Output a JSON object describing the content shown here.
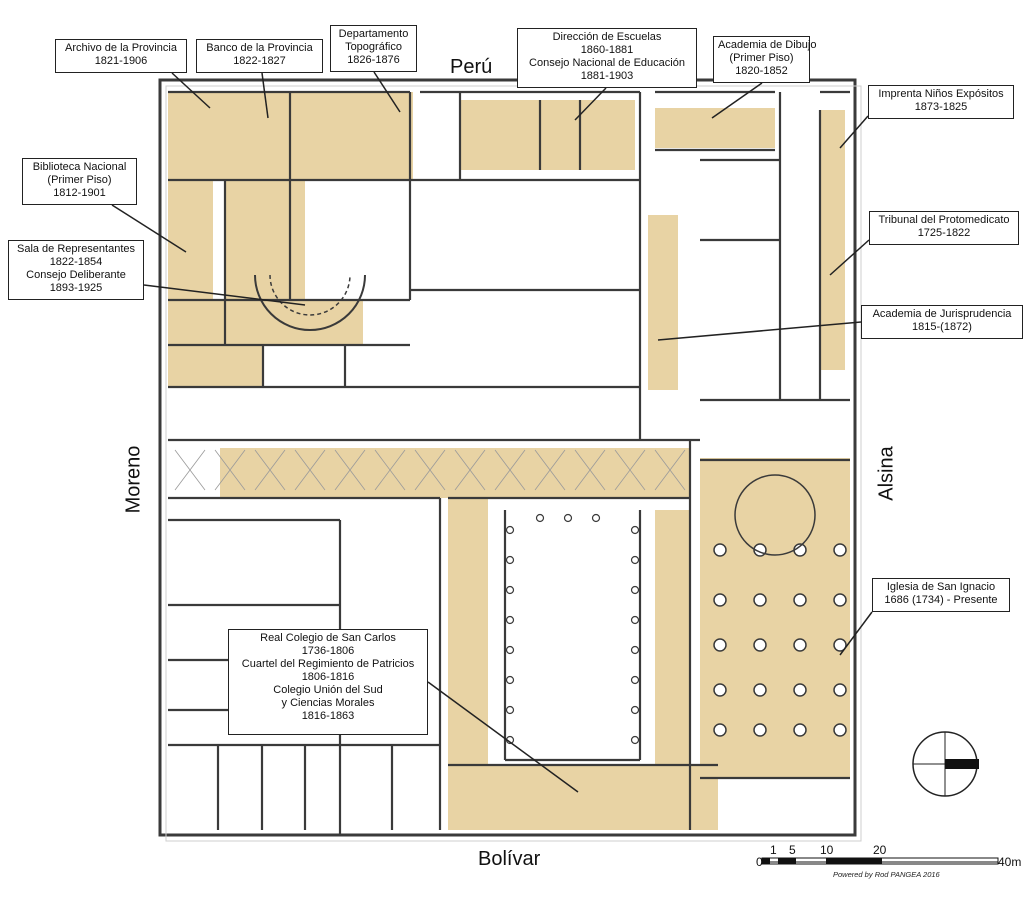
{
  "streets": {
    "north": "Perú",
    "south": "Bolívar",
    "west": "Moreno",
    "east": "Alsina"
  },
  "buildings": [
    {
      "id": "archivo",
      "lines": [
        "Archivo de la Provincia",
        "1821-1906"
      ]
    },
    {
      "id": "banco",
      "lines": [
        "Banco de la Provincia",
        "1822-1827"
      ]
    },
    {
      "id": "topografico",
      "lines": [
        "Departamento",
        "Topográfico",
        "1826-1876"
      ]
    },
    {
      "id": "escuelas",
      "lines": [
        "Dirección de Escuelas",
        "1860-1881",
        "Consejo Nacional de Educación",
        "1881-1903"
      ]
    },
    {
      "id": "dibujo",
      "lines": [
        "Academia de Dibujo",
        "(Primer Piso)",
        "1820-1852"
      ]
    },
    {
      "id": "imprenta",
      "lines": [
        "Imprenta Niños Expósitos",
        "1873-1825"
      ]
    },
    {
      "id": "biblioteca",
      "lines": [
        "Biblioteca Nacional",
        "(Primer Piso)",
        "1812-1901"
      ]
    },
    {
      "id": "sala",
      "lines": [
        "Sala de Representantes",
        "1822-1854",
        "Consejo Deliberante",
        "1893-1925"
      ]
    },
    {
      "id": "protomedicato",
      "lines": [
        "Tribunal del Protomedicato",
        "1725-1822"
      ]
    },
    {
      "id": "jurisprudencia",
      "lines": [
        "Academia de Jurisprudencia",
        "1815-(1872)"
      ]
    },
    {
      "id": "iglesia",
      "lines": [
        "Iglesia de San Ignacio",
        "1686 (1734) - Presente"
      ]
    },
    {
      "id": "colegio",
      "lines": [
        "Real Colegio de San Carlos",
        "1736-1806",
        "Cuartel del Regimiento de Patricios",
        "1806-1816",
        "Colegio Unión del Sud",
        "y Ciencias Morales",
        "1816-1863"
      ]
    }
  ],
  "scale_bar": {
    "ticks": [
      "0",
      "1",
      "5",
      "10",
      "20"
    ],
    "end_label": "40m"
  },
  "credit": "Powered by Rod PANGEA 2016",
  "colors": {
    "highlight": "#e8d3a4",
    "wall": "#3a3a3a",
    "background": "#ffffff"
  }
}
